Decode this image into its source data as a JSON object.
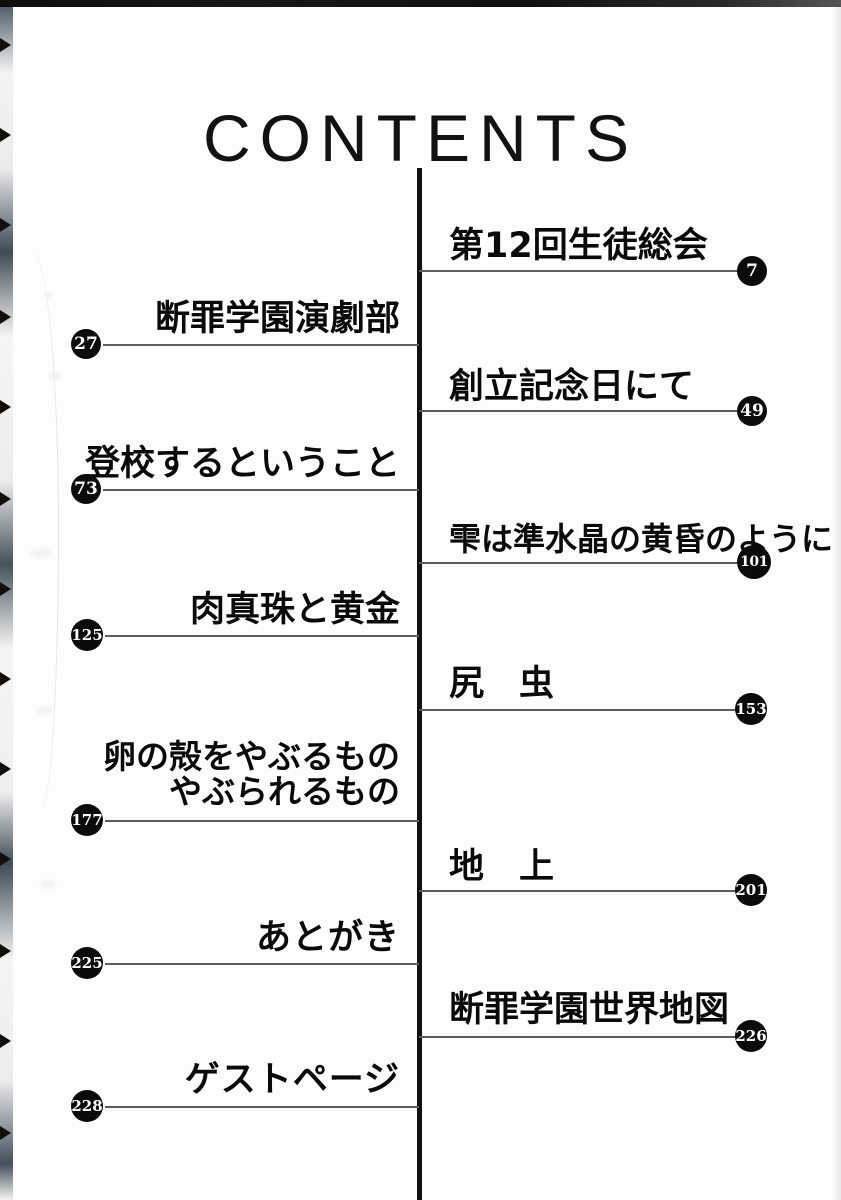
{
  "page": {
    "title": "CONTENTS",
    "background_color": "#fdfdfd",
    "ink_color": "#0a0a0a",
    "spine_color": "#111111",
    "leader_color": "#5d5d5d",
    "bubble_color": "#0b0b0b"
  },
  "entries": [
    {
      "title": "第12回生徒総会",
      "page": "7",
      "side": "right",
      "lines": 1
    },
    {
      "title": "断罪学園演劇部",
      "page": "27",
      "side": "left",
      "lines": 1
    },
    {
      "title": "創立記念日にて",
      "page": "49",
      "side": "right",
      "lines": 1
    },
    {
      "title": "登校するということ",
      "page": "73",
      "side": "left",
      "lines": 1
    },
    {
      "title": "雫は準水晶の黄昏のように",
      "page": "101",
      "side": "right",
      "lines": 1
    },
    {
      "title": "肉真珠と黄金",
      "page": "125",
      "side": "left",
      "lines": 1
    },
    {
      "title": "尻　虫",
      "page": "153",
      "side": "right",
      "lines": 1
    },
    {
      "title_line1": "卵の殻をやぶるもの",
      "title_line2": "やぶられるもの",
      "page": "177",
      "side": "left",
      "lines": 2
    },
    {
      "title": "地　上",
      "page": "201",
      "side": "right",
      "lines": 1
    },
    {
      "title": "あとがき",
      "page": "225",
      "side": "left",
      "lines": 1
    },
    {
      "title": "断罪学園世界地図",
      "page": "226",
      "side": "right",
      "lines": 1
    },
    {
      "title": "ゲストページ",
      "page": "228",
      "side": "left",
      "lines": 1
    }
  ]
}
